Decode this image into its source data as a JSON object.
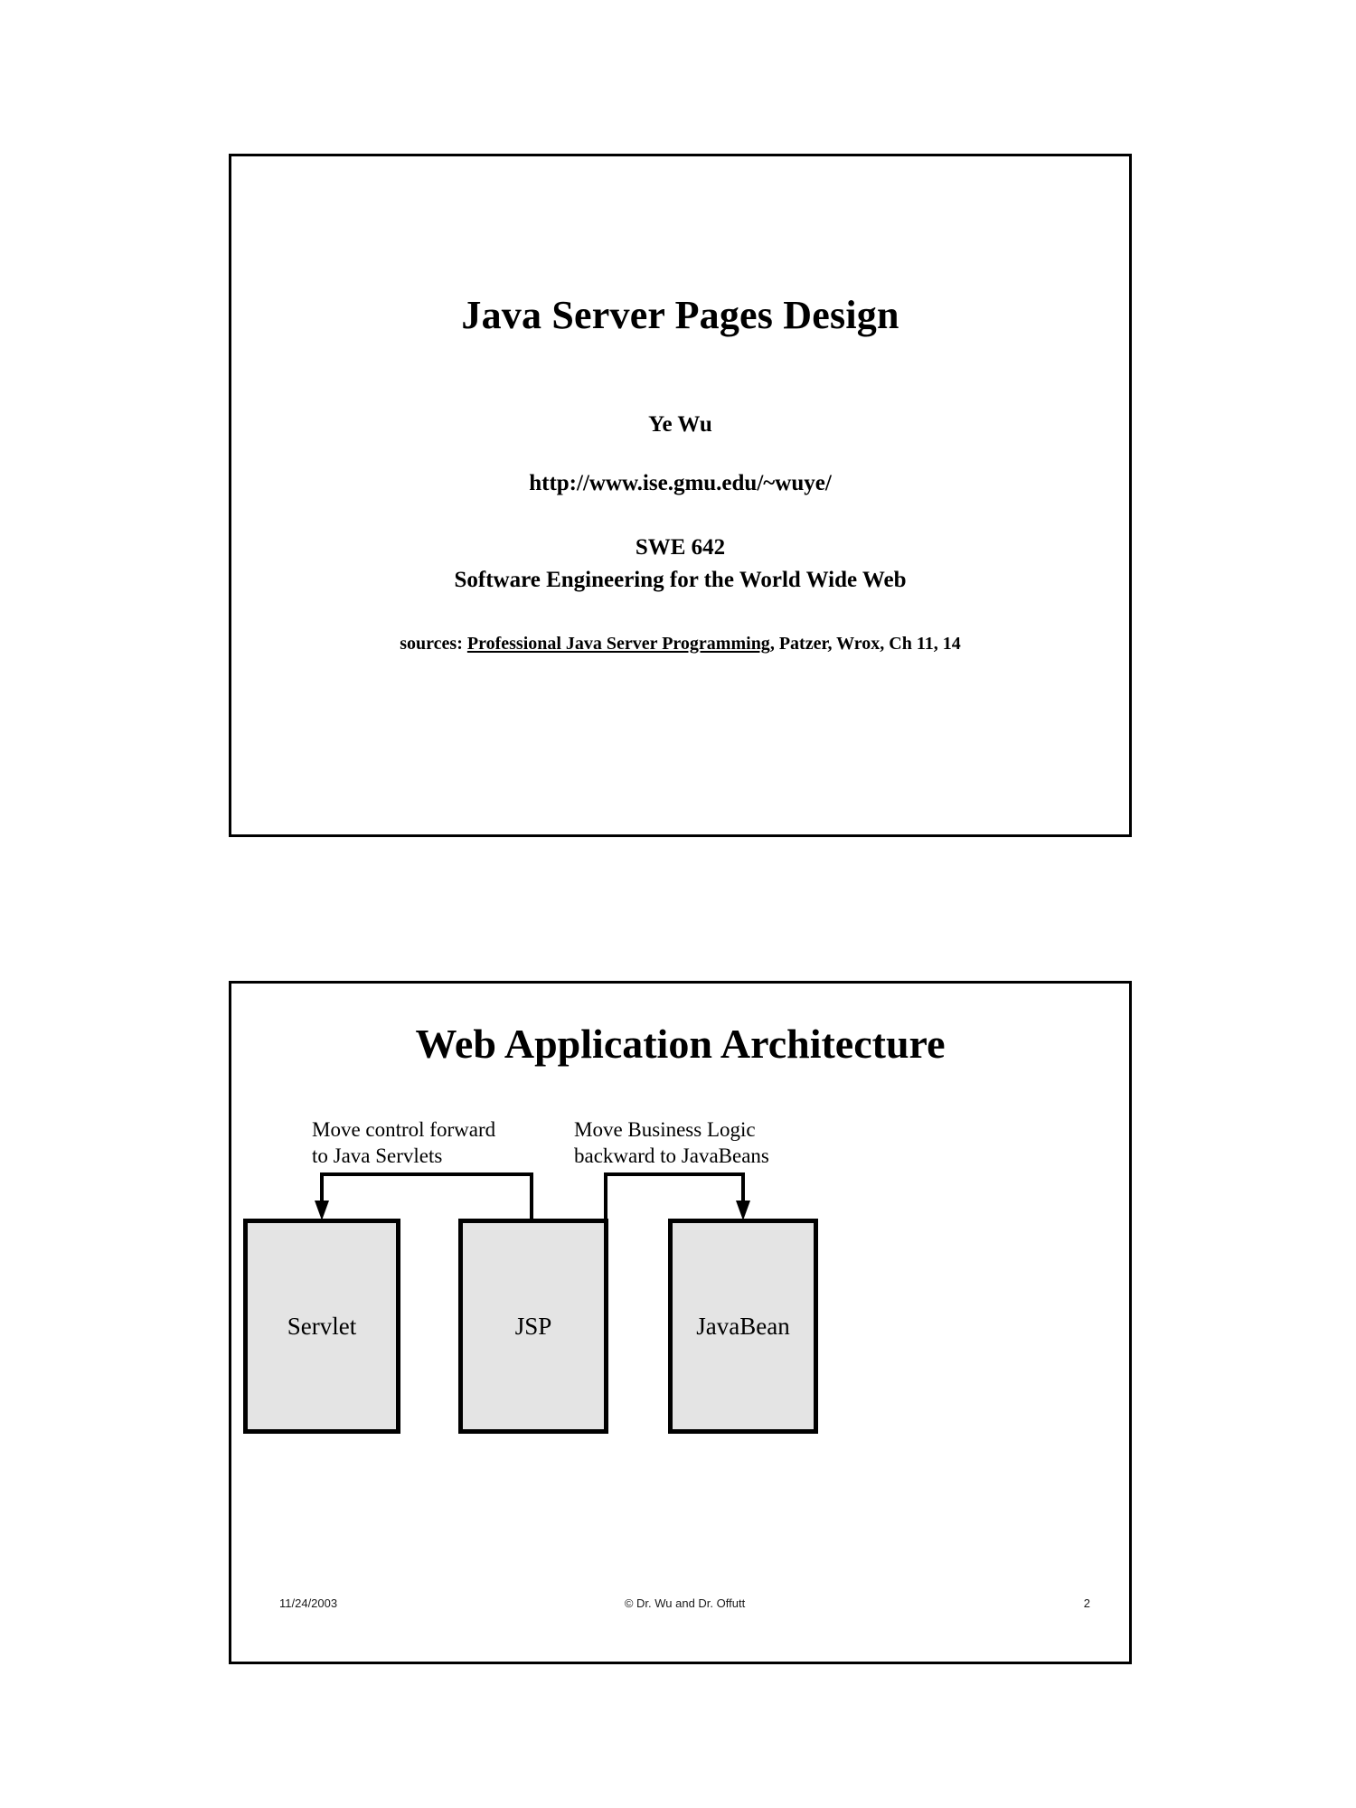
{
  "document": {
    "type": "lecture-slide-handout",
    "page_background": "#ffffff",
    "slide_count": 2
  },
  "slide1": {
    "title": "Java Server Pages Design",
    "author": "Ye Wu",
    "url": "http://www.ise.gmu.edu/~wuye/",
    "course_code": "SWE 642",
    "course_name": "Software Engineering for the World Wide Web",
    "sources_prefix": "sources: ",
    "sources_book": "Professional Java Server Programming",
    "sources_suffix": ", Patzer, Wrox, Ch 11, 14"
  },
  "slide2": {
    "title": "Web Application Architecture",
    "annotation_left": "Move control forward\nto Java Servlets",
    "annotation_right": "Move Business Logic\nbackward to JavaBeans",
    "nodes": [
      {
        "id": "servlet",
        "label": "Servlet"
      },
      {
        "id": "jsp",
        "label": "JSP"
      },
      {
        "id": "javabean",
        "label": "JavaBean"
      }
    ],
    "edges": [
      {
        "from": "jsp",
        "to": "servlet",
        "label": "Move control forward to Java Servlets",
        "direction": "left"
      },
      {
        "from": "jsp",
        "to": "javabean",
        "label": "Move Business Logic backward to JavaBeans",
        "direction": "right"
      }
    ],
    "footer": {
      "date": "11/24/2003",
      "copyright": "© Dr. Wu and Dr. Offutt",
      "page_number": "2"
    },
    "colors": {
      "node_fill": "#e4e4e4",
      "node_border": "#000000",
      "arrow": "#000000",
      "text": "#000000"
    }
  }
}
